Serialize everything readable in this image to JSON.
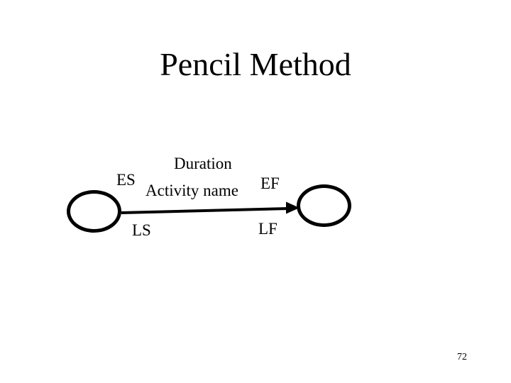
{
  "slide": {
    "title": "Pencil Method",
    "page_number": "72",
    "background_color": "#ffffff",
    "ink_color": "#000000"
  },
  "diagram": {
    "type": "activity-on-arrow",
    "nodes": [
      {
        "name": "left-event-node",
        "shape": "ellipse"
      },
      {
        "name": "right-event-node",
        "shape": "ellipse"
      }
    ],
    "arrow": {
      "from": "left-event-node",
      "to": "right-event-node",
      "direction": "left-to-right"
    },
    "labels": {
      "duration": "Duration",
      "es": "ES",
      "activity_name": "Activity name",
      "ef": "EF",
      "ls": "LS",
      "lf": "LF"
    }
  }
}
